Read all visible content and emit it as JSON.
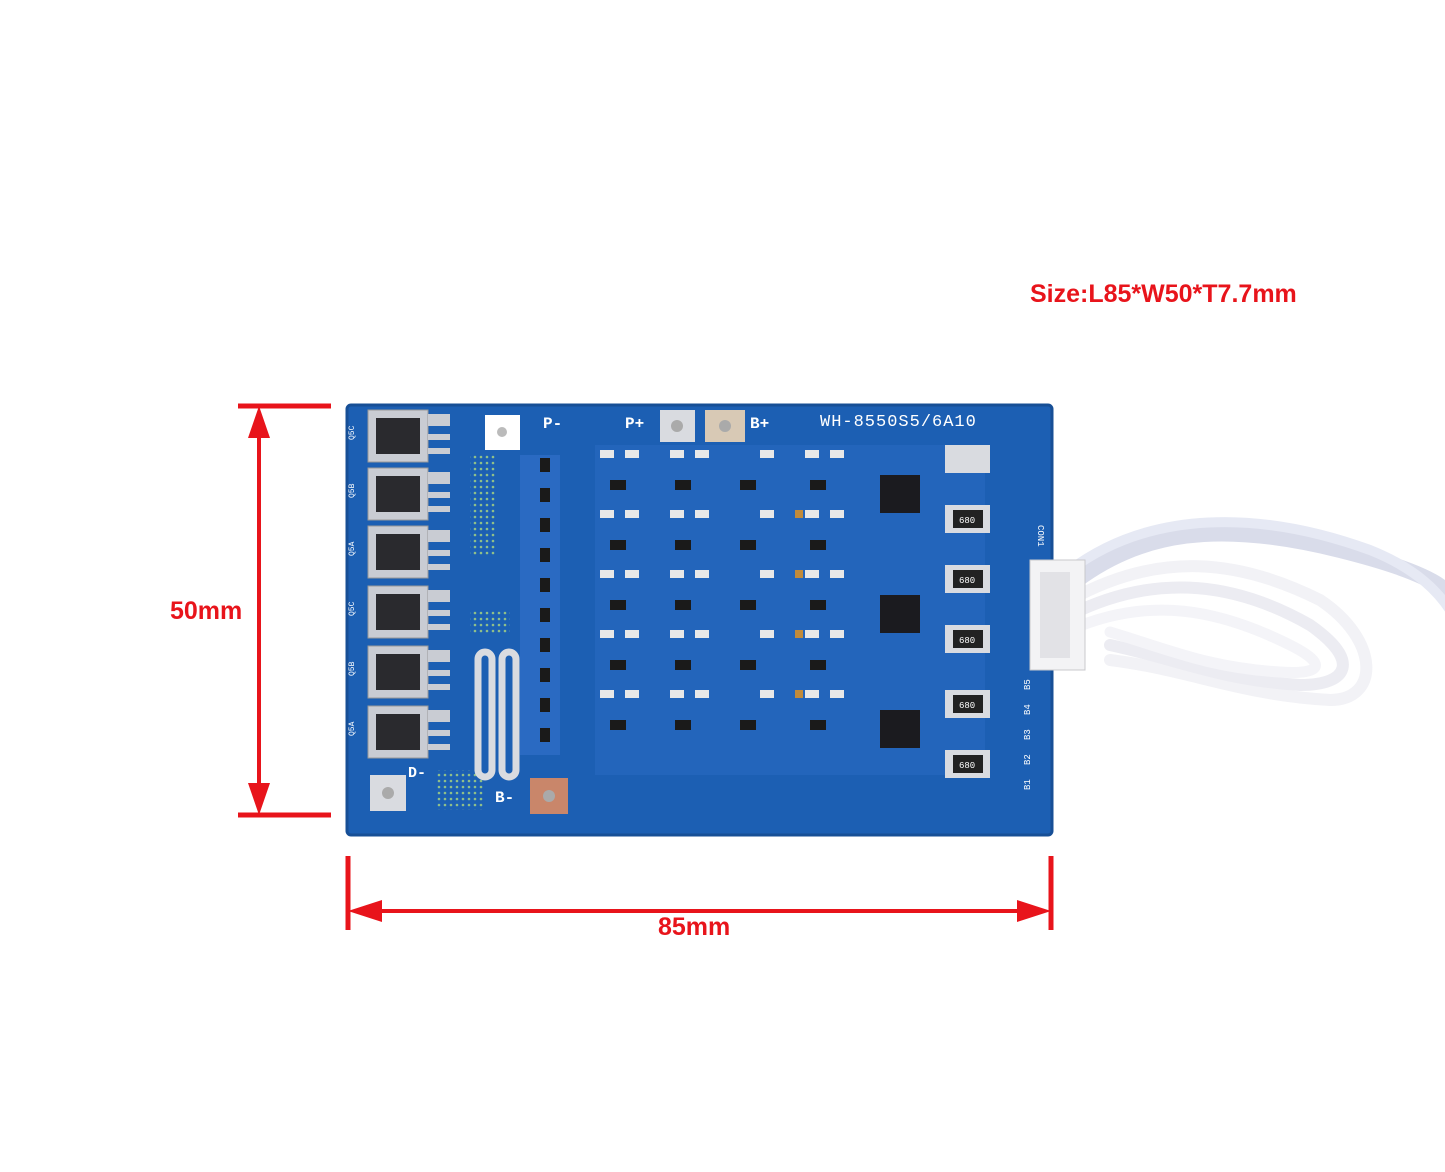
{
  "size_text": "Size:L85*W50*T7.7mm",
  "height_label": "50mm",
  "width_label": "85mm",
  "board": {
    "model": "WH-8550S5/6A10",
    "pad_pminus": "P-",
    "pad_pplus": "P+",
    "pad_bplus": "B+",
    "pad_bminus": "B-",
    "pad_dminus": "D-",
    "connector": "CON1",
    "pins": [
      "B1",
      "B2",
      "B3",
      "B4",
      "B5"
    ],
    "resistor_code": "680",
    "mosfet_labels": [
      "Q5C",
      "Q5B",
      "Q5A",
      "Q5C",
      "Q5B",
      "Q5A"
    ]
  },
  "colors": {
    "dimension": "#e8141b",
    "pcb": "#1c5fb3",
    "silkscreen": "#ffffff",
    "wire": "#f2f2f6"
  }
}
